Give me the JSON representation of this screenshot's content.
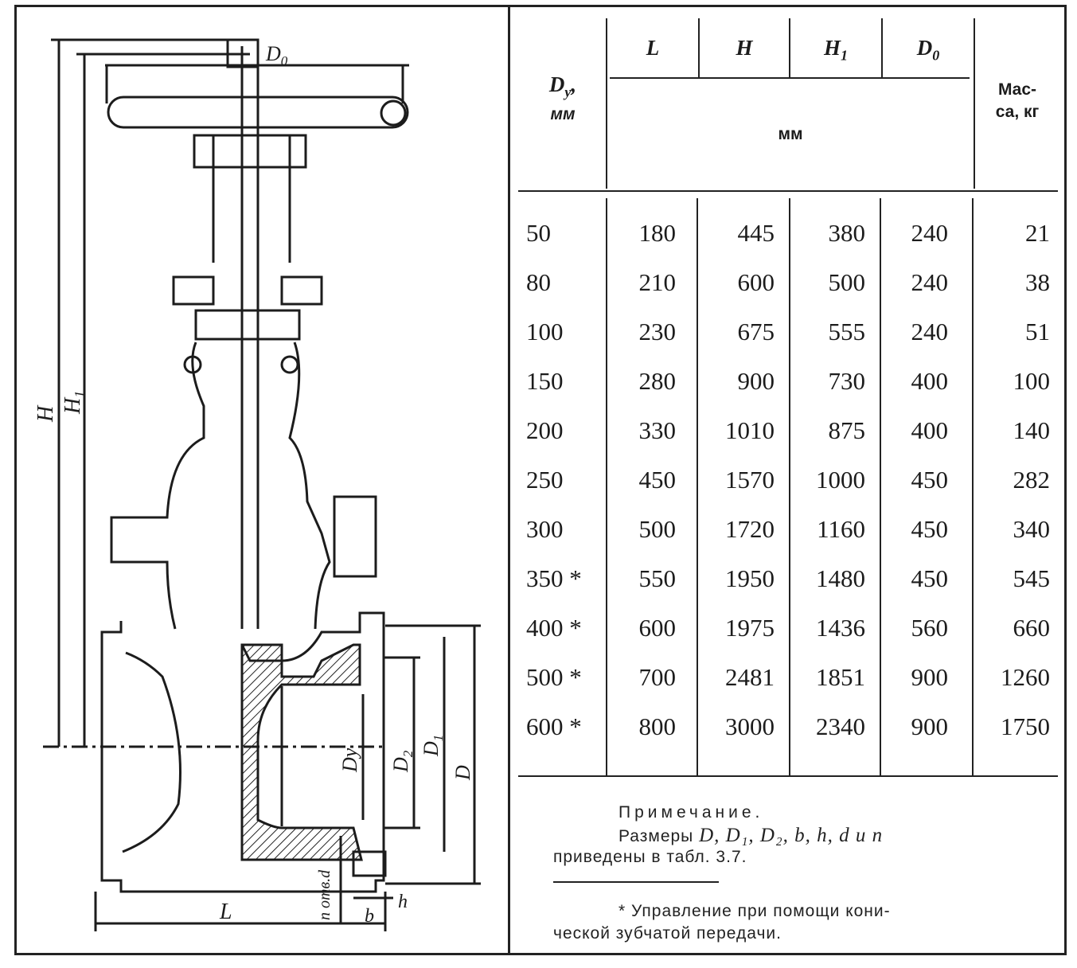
{
  "drawing": {
    "labels": {
      "H": "H",
      "H1": "H",
      "H1_sub": "1",
      "D0": "D",
      "D0_sub": "0",
      "L": "L",
      "Dy": "Dy",
      "D2": "D",
      "D2_sub": "2",
      "D1": "D",
      "D1_sub": "1",
      "D": "D",
      "holes": "n отв.d",
      "b": "b",
      "h": "h"
    }
  },
  "table": {
    "header": {
      "dy": "D",
      "dy_sub": "y",
      "dy_comma": ",",
      "dy_unit": "мм",
      "L": "L",
      "H": "H",
      "H1": "H",
      "H1_sub": "1",
      "D0": "D",
      "D0_sub": "0",
      "mm": "мм",
      "mass_1": "Мас-",
      "mass_2": "са, кг"
    },
    "rows": [
      {
        "dy": "50",
        "L": "180",
        "H": "445",
        "H1": "380",
        "D0": "240",
        "mass": "21"
      },
      {
        "dy": "80",
        "L": "210",
        "H": "600",
        "H1": "500",
        "D0": "240",
        "mass": "38"
      },
      {
        "dy": "100",
        "L": "230",
        "H": "675",
        "H1": "555",
        "D0": "240",
        "mass": "51"
      },
      {
        "dy": "150",
        "L": "280",
        "H": "900",
        "H1": "730",
        "D0": "400",
        "mass": "100"
      },
      {
        "dy": "200",
        "L": "330",
        "H": "1010",
        "H1": "875",
        "D0": "400",
        "mass": "140"
      },
      {
        "dy": "250",
        "L": "450",
        "H": "1570",
        "H1": "1000",
        "D0": "450",
        "mass": "282"
      },
      {
        "dy": "300",
        "L": "500",
        "H": "1720",
        "H1": "1160",
        "D0": "450",
        "mass": "340"
      },
      {
        "dy": "350 *",
        "L": "550",
        "H": "1950",
        "H1": "1480",
        "D0": "450",
        "mass": "545"
      },
      {
        "dy": "400 *",
        "L": "600",
        "H": "1975",
        "H1": "1436",
        "D0": "560",
        "mass": "660"
      },
      {
        "dy": "500 *",
        "L": "700",
        "H": "2481",
        "H1": "1851",
        "D0": "900",
        "mass": "1260"
      },
      {
        "dy": "600 *",
        "L": "800",
        "H": "3000",
        "H1": "2340",
        "D0": "900",
        "mass": "1750"
      }
    ]
  },
  "notes": {
    "title": "Примечание.",
    "line1_prefix": "Размеры",
    "line1_vars": "D,  D₁,  D₂,  b,  h,  d и n",
    "line2": "приведены в табл. 3.7.",
    "footnote_1": "* Управление при помощи кони-",
    "footnote_2": "ческой зубчатой передачи."
  }
}
